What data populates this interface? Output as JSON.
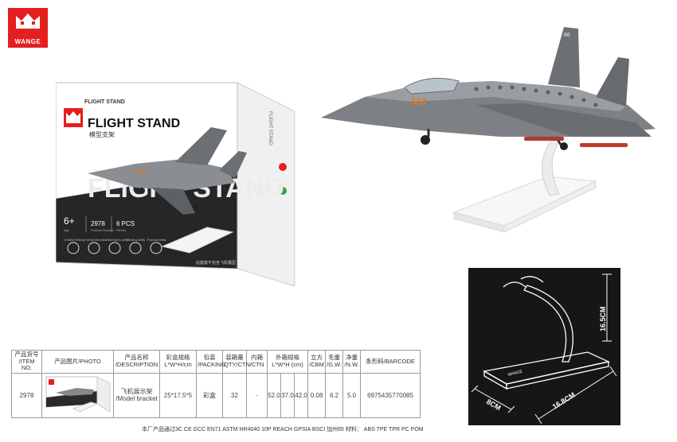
{
  "brand": {
    "logo_text": "WANGE",
    "color": "#e41f1f"
  },
  "box": {
    "title": "FLIGHT STAND",
    "subtitle": "模型支架",
    "bg_text": "FLIGHT STAND",
    "header_small": "FLIGHT STAND",
    "age": "6+",
    "item_no": "2978",
    "pcs": "6 PCS",
    "age_label": "Age",
    "item_label": "Product Number",
    "pcs_label": "Pieces",
    "icons": [
      {
        "icon": "creativity-icon",
        "label": "Creative thinking"
      },
      {
        "icon": "family-icon",
        "label": "Family interaction"
      },
      {
        "icon": "observation-icon",
        "label": "Observation ability"
      },
      {
        "icon": "thinking-icon",
        "label": "Thinking ability"
      },
      {
        "icon": "practice-icon",
        "label": "Practical ability"
      }
    ],
    "note": "此套装不包含飞机模型",
    "plane_number": "551"
  },
  "plane": {
    "number": "551",
    "tail_number": "66",
    "body_color": "#7d8185"
  },
  "dimensions": {
    "height": "16.5CM",
    "length": "16.8CM",
    "width": "8CM",
    "base_mark": "WANGE"
  },
  "table": {
    "headers": [
      {
        "cn": "产品货号",
        "en": "/ITEM NO."
      },
      {
        "cn": "产品图片/PHOTO",
        "en": ""
      },
      {
        "cn": "产品名称",
        "en": "/DESCRIPTION"
      },
      {
        "cn": "彩盒规格",
        "en": "L*W*H/cm"
      },
      {
        "cn": "包装",
        "en": "/PACKING"
      },
      {
        "cn": "装箱量",
        "en": "QTY/CTN"
      },
      {
        "cn": "内箱",
        "en": "/CTN"
      },
      {
        "cn": "外箱规格",
        "en": "L*W*H  (cm)"
      },
      {
        "cn": "立方",
        "en": "/CBM"
      },
      {
        "cn": "毛重",
        "en": "/G.W."
      },
      {
        "cn": "净重",
        "en": "/N.W."
      },
      {
        "cn": "条形码/BARCODE",
        "en": ""
      }
    ],
    "row": {
      "item_no": "2978",
      "description_cn": "飞机展示架",
      "description_en": "/Model bracket",
      "box_size": "25*17.5*5",
      "packing": "彩盒",
      "qty": "32",
      "inner": "-",
      "outer_l": "52.0",
      "outer_w": "37.0",
      "outer_h": "42.0",
      "cbm": "0.08",
      "gw": "6.2",
      "nw": "5.0",
      "barcode": "6975435770085"
    }
  },
  "footer": "本厂产品通过3C  CE  GCC  EN71  ASTM  HR4040 10P  REACH  GPSIA  BSCI  加州65    材料：  ABS TPE TPR PC POM"
}
